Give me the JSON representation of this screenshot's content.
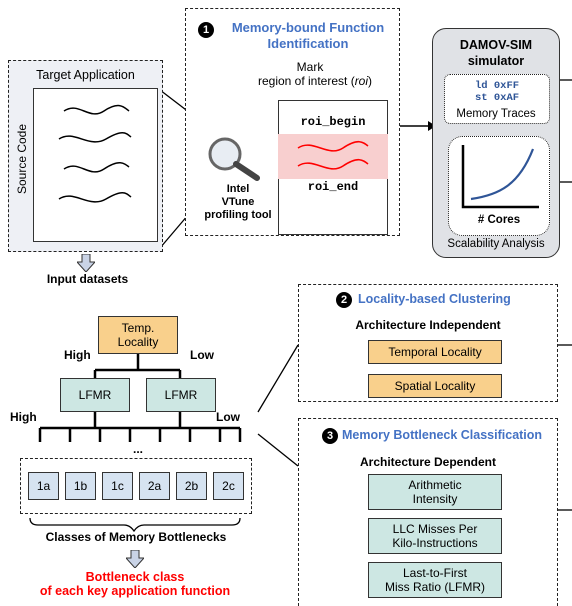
{
  "app": {
    "target_application": "Target Application",
    "source_code": "Source Code",
    "input_datasets": "Input datasets"
  },
  "step1": {
    "badge": "1",
    "title_line1": "Memory-bound Function",
    "title_line2": "Identification",
    "mark_line1": "Mark",
    "mark_line2_prefix": "region of interest (",
    "mark_line2_italic": "roi",
    "mark_line2_suffix": ")",
    "roi_begin": "roi_begin",
    "roi_end": "roi_end",
    "tool_line1": "Intel",
    "tool_line2": "VTune",
    "tool_line3": "profiling tool"
  },
  "simulator": {
    "title_line1": "DAMOV-SIM",
    "title_line2": "simulator",
    "trace_line1": "ld 0xFF",
    "trace_line2": "st 0xAF",
    "traces_label": "Memory Traces",
    "axis_label": "# Cores",
    "scalability_label": "Scalability Analysis"
  },
  "tree": {
    "root_line1": "Temp.",
    "root_line2": "Locality",
    "high_left": "High",
    "low_left": "Low",
    "lfmr_left": "LFMR",
    "lfmr_right": "LFMR",
    "high_bottom": "High",
    "low_bottom": "Low",
    "ellipsis": "...",
    "classes": [
      "1a",
      "1b",
      "1c",
      "2a",
      "2b",
      "2c"
    ],
    "classes_caption": "Classes of Memory Bottlenecks",
    "output_line1": "Bottleneck class",
    "output_line2": "of each key application function"
  },
  "step2": {
    "badge": "2",
    "title": "Locality-based Clustering",
    "subtitle": "Architecture Independent",
    "items": [
      "Temporal Locality",
      "Spatial Locality"
    ]
  },
  "step3": {
    "badge": "3",
    "title": "Memory Bottleneck Classification",
    "subtitle": "Architecture Dependent",
    "items": [
      {
        "line1": "Arithmetic",
        "line2": "Intensity"
      },
      {
        "line1": "LLC Misses Per",
        "line2": "Kilo-Instructions"
      },
      {
        "line1": "Last-to-First",
        "line2": "Miss Ratio (LFMR)"
      }
    ]
  },
  "colors": {
    "title_blue": "#4472c4",
    "output_red": "#ff0000",
    "orange_box": "#f9d08c",
    "teal_box": "#cde7e3",
    "class_box": "#d6e3f1",
    "simulator_panel": "#e0e2e6",
    "roi_highlight": "#f8cfcf",
    "curve_red": "#ff0000",
    "curve_blue": "#2f5597"
  },
  "icons": [
    "magnifier-icon",
    "down-arrow-icon",
    "right-arrow-icon"
  ]
}
